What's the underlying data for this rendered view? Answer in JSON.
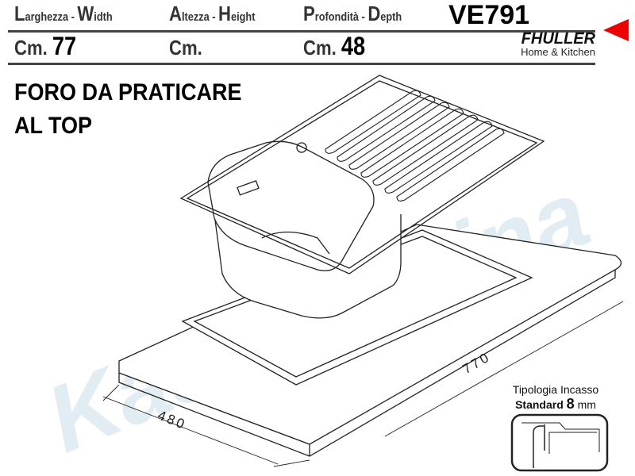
{
  "header": {
    "width": {
      "initial": "L",
      "label": "arghezza - ",
      "initial2": "W",
      "label2": "idth",
      "unit": "Cm.",
      "value": "77"
    },
    "height": {
      "initial": "A",
      "label": "ltezza - ",
      "initial2": "H",
      "label2": "eight",
      "unit": "Cm.",
      "value": ""
    },
    "depth": {
      "initial": "P",
      "label": "rofondità - ",
      "initial2": "D",
      "label2": "epth",
      "unit": "Cm.",
      "value": "48"
    },
    "model": "VE791"
  },
  "brand": {
    "name": "FHULLER",
    "tagline": "Home & Kitchen",
    "accent": "#e00000"
  },
  "title": {
    "line1": "FORO DA PRATICARE",
    "line2": "AL TOP"
  },
  "dimensions": {
    "length": "770",
    "depth": "480"
  },
  "install": {
    "type_label": "Tipologia Incasso",
    "standard_label": "Standard",
    "value": "8",
    "unit": "mm"
  },
  "watermark": "Kasa Cucina"
}
